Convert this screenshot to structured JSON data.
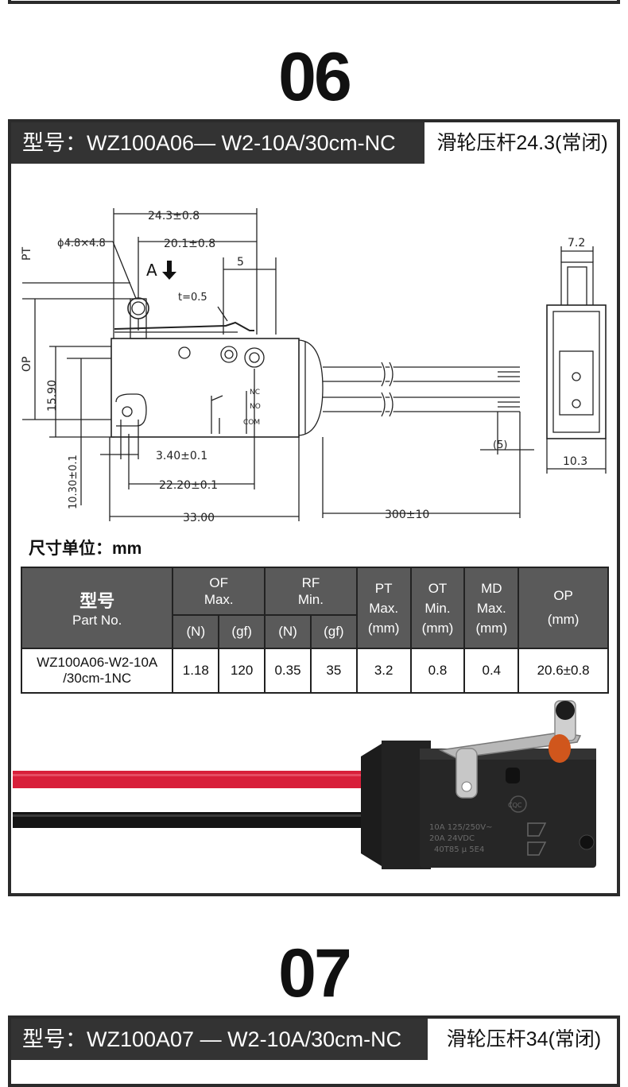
{
  "sections": [
    {
      "number": "06",
      "title": "型号：WZ100A06— W2-10A/30cm-NC",
      "tag": "滑轮压杆24.3(常闭)",
      "drawing": {
        "dim_24": "24.3±0.8",
        "dim_20": "20.1±0.8",
        "dim_5": "5",
        "dim_roller": "ϕ4.8×4.8",
        "label_A": "A",
        "dim_t": "t=0.5",
        "label_PT": "PT",
        "label_OP": "OP",
        "dim_1590": "15.90",
        "dim_1030": "10.30±0.1",
        "dim_340": "3.40±0.1",
        "dim_2220": "22.20±0.1",
        "dim_33": "33.00",
        "dim_300": "300±10",
        "dim_paren5": "(5)",
        "dim_72": "7.2",
        "dim_103": "10.3",
        "term_nc": "NC",
        "term_no": "NO",
        "term_com": "COM"
      },
      "unit_label": "尺寸单位：mm",
      "table": {
        "part_no_cn": "型号",
        "part_no_en": "Part No.",
        "of": "OF",
        "of_sub": "Max.",
        "rf": "RF",
        "rf_sub": "Min.",
        "pt": "PT",
        "pt_sub": "Max.",
        "pt_unit": "(mm)",
        "ot": "OT",
        "ot_sub": "Min.",
        "ot_unit": "(mm)",
        "md": "MD",
        "md_sub": "Max.",
        "md_unit": "(mm)",
        "op": "OP",
        "op_unit": "(mm)",
        "u_n1": "(N)",
        "u_gf1": "(gf)",
        "u_n2": "(N)",
        "u_gf2": "(gf)",
        "row": {
          "part_line1": "WZ100A06-W2-10A",
          "part_line2": "/30cm-1NC",
          "of_n": "1.18",
          "of_gf": "120",
          "rf_n": "0.35",
          "rf_gf": "35",
          "pt": "3.2",
          "ot": "0.8",
          "md": "0.4",
          "op": "20.6±0.8"
        }
      },
      "photo_print": {
        "line1": "10A 125/250V~",
        "line2": "20A 24VDC",
        "line3": "40T85  μ 5E4",
        "cqc": "CQC"
      }
    },
    {
      "number": "07",
      "title": "型号：WZ100A07 — W2-10A/30cm-NC",
      "tag": "滑轮压杆34(常闭)"
    }
  ],
  "colors": {
    "bar": "#333333",
    "wire_red": "#d81f3a",
    "wire_black": "#151515",
    "roller_orange": "#d0561c"
  }
}
